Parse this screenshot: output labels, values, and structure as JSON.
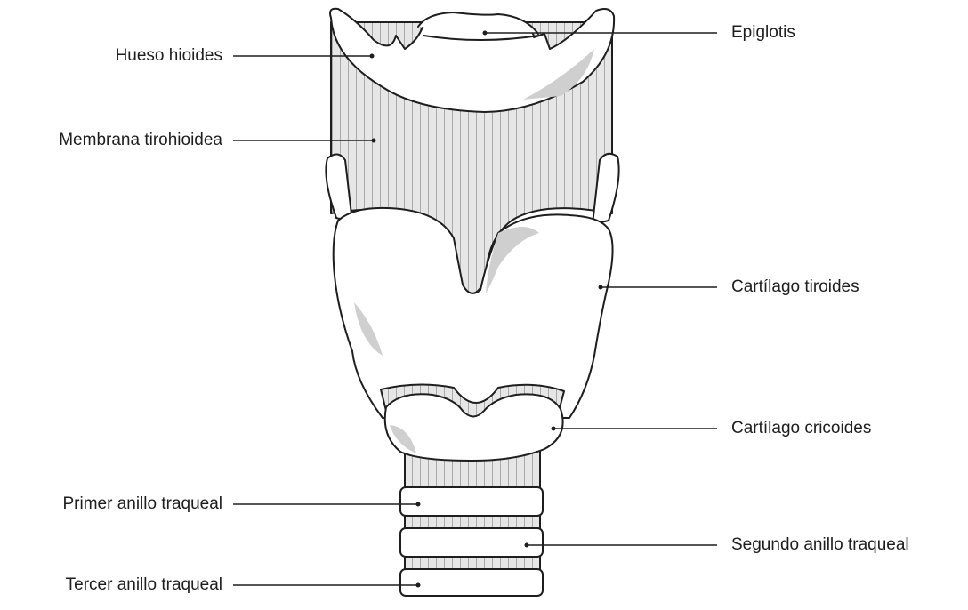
{
  "diagram": {
    "subject": "larynx-anterior-view",
    "labels": {
      "hueso_hioides": "Hueso hioides",
      "membrana_tirohioidea": "Membrana tirohioidea",
      "primer_anillo": "Primer anillo traqueal",
      "tercer_anillo": "Tercer anillo traqueal",
      "epiglotis": "Epiglotis",
      "cartilago_tiroides": "Cartílago tiroides",
      "cartilago_cricoides": "Cartílago cricoides",
      "segundo_anillo": "Segundo anillo traqueal"
    },
    "colors": {
      "outline": "#1e1e1e",
      "membrane_fill": "#e6e6e6",
      "shade": "#cfcfcf",
      "cartilage_fill": "#ffffff"
    }
  }
}
